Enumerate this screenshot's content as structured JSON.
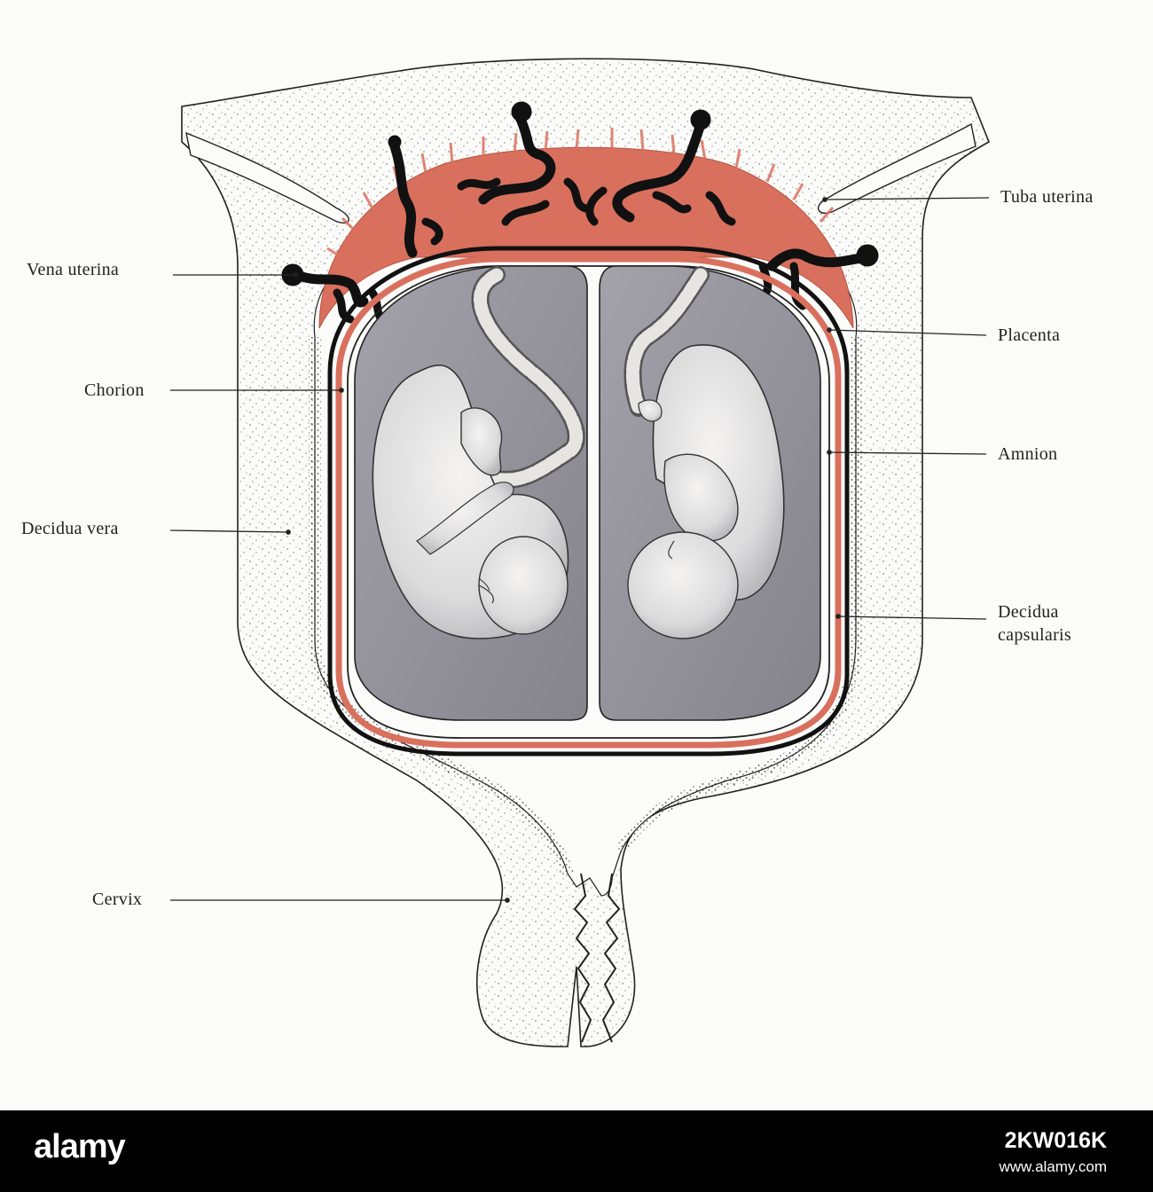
{
  "labels": {
    "tuba_uterina": "Tuba uterina",
    "vena_uterina": "Vena uterina",
    "placenta": "Placenta",
    "chorion": "Chorion",
    "amnion": "Amnion",
    "decidua_vera": "Decidua vera",
    "decidua_capsularis_line1": "Decidua",
    "decidua_capsularis_line2": "capsularis",
    "cervix": "Cervix"
  },
  "footer": {
    "brand": "alamy",
    "image_id": "2KW016K",
    "url": "www.alamy.com"
  },
  "colors": {
    "placenta": "#d9705d",
    "amniotic_sac": "#8f8e96",
    "background": "#fbfbfa",
    "footer": "#000000"
  }
}
